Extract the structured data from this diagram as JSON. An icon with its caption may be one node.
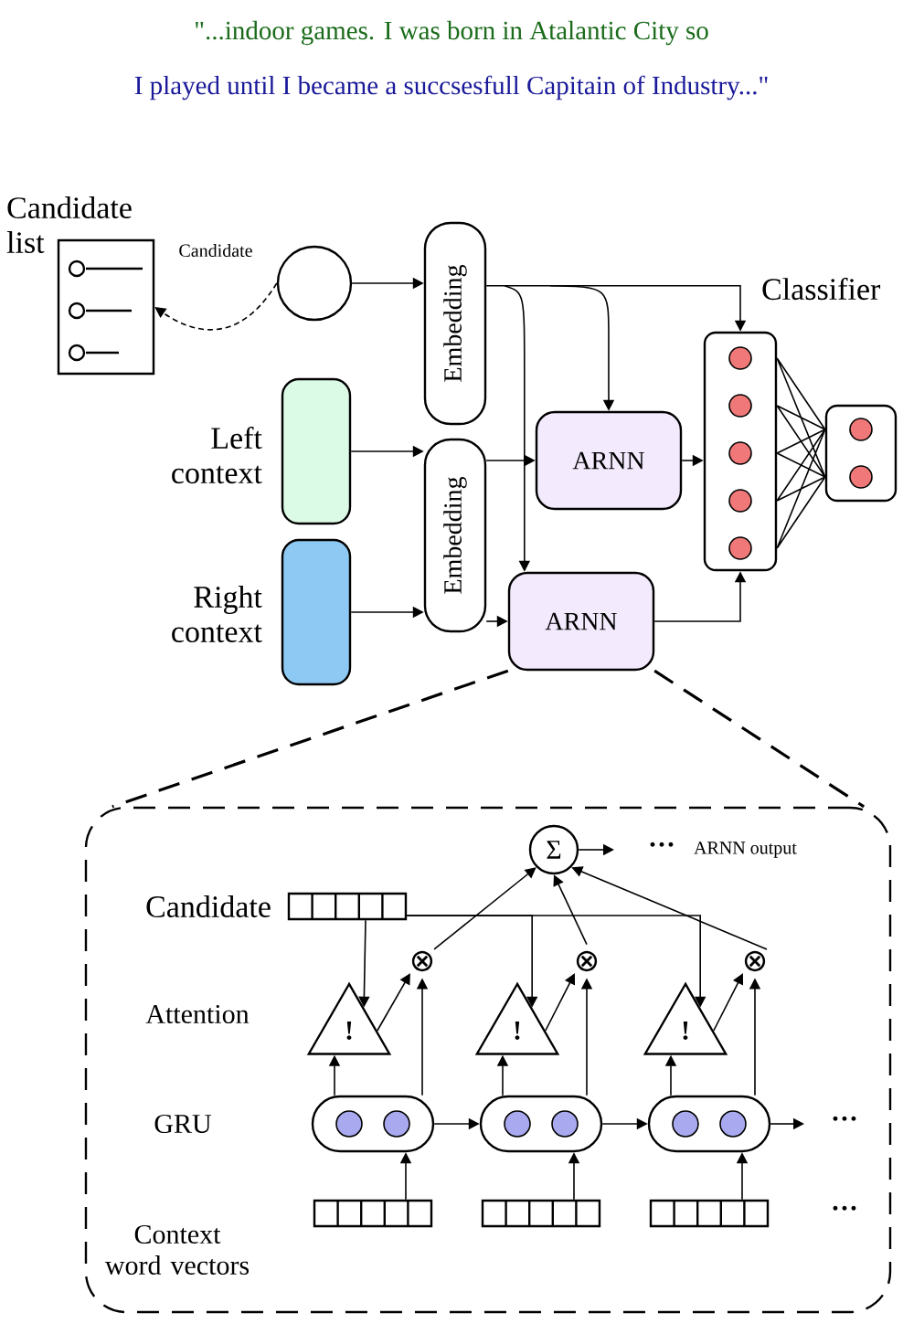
{
  "diagram": {
    "nodes": [
      {
        "text": [
          "Candidate list"
        ]
      },
      {
        "text": [],
        "shape": "circle"
      },
      {
        "text": [
          "Embedding"
        ]
      },
      {
        "text": [],
        "shape": "box",
        "beside": [
          "Left context"
        ]
      },
      {
        "text": [],
        "shape": "box",
        "beside": [
          "Right context"
        ]
      },
      {
        "text": [
          "Embedding"
        ]
      },
      {
        "text": [
          "ARNN"
        ]
      },
      {
        "text": [
          "ARNN"
        ]
      },
      {
        "text": [
          "Classifier"
        ]
      },
      {
        "text": [],
        "shape": "box"
      },
      {
        "text": [],
        "shape": "box"
      },
      {
        "text": [
          "Σ"
        ],
        "in": 10
      },
      {
        "text": [],
        "shape": "box",
        "beside": [
          "Candidate"
        ],
        "in": 10
      },
      {
        "text": [
          "⊗"
        ],
        "in": 10
      },
      {
        "text": [
          "⊗"
        ],
        "in": 10
      },
      {
        "text": [
          "⊗"
        ],
        "in": 10
      },
      {
        "text": [
          "!"
        ],
        "in": 10
      },
      {
        "text": [
          "!"
        ],
        "in": 10
      },
      {
        "text": [
          "!"
        ],
        "in": 10
      },
      {
        "text": [],
        "shape": "box",
        "in": 10
      },
      {
        "text": [],
        "shape": "box",
        "in": 10
      },
      {
        "text": [],
        "shape": "box",
        "in": 10
      },
      {
        "text": [],
        "shape": "box",
        "in": 10
      },
      {
        "text": [],
        "shape": "box",
        "in": 10
      },
      {
        "text": [],
        "shape": "box",
        "in": 10
      }
    ],
    "edges": [
      {
        "from": 1,
        "to": 0,
        "arrow": "to",
        "style": "dashed",
        "label": "Candidate"
      },
      {
        "from": 1,
        "to": 2,
        "arrow": "to"
      },
      {
        "from": 2,
        "to": 8,
        "arrow": "to"
      },
      {
        "from": 2,
        "to": 6,
        "arrow": "to"
      },
      {
        "from": 2,
        "to": 7,
        "arrow": "to"
      },
      {
        "from": 3,
        "to": 5,
        "arrow": "to"
      },
      {
        "from": 4,
        "to": 5,
        "arrow": "to"
      },
      {
        "from": 5,
        "to": 6,
        "arrow": "to"
      },
      {
        "from": 5,
        "to": 7,
        "arrow": "to"
      },
      {
        "from": 6,
        "to": 8,
        "arrow": "to"
      },
      {
        "from": 7,
        "to": 8,
        "arrow": "to"
      },
      {
        "from": 8,
        "to": 9,
        "arrow": "none"
      },
      {
        "from": 7,
        "to": 10,
        "arrow": "none",
        "style": "dashed"
      },
      {
        "from": 11,
        "to": null,
        "arrow": "to"
      },
      {
        "from": 12,
        "to": 16,
        "arrow": "to"
      },
      {
        "from": 12,
        "to": 17,
        "arrow": "to"
      },
      {
        "from": 12,
        "to": 18,
        "arrow": "to"
      },
      {
        "from": 16,
        "to": 13,
        "arrow": "to"
      },
      {
        "from": 17,
        "to": 14,
        "arrow": "to"
      },
      {
        "from": 18,
        "to": 15,
        "arrow": "to"
      },
      {
        "from": 19,
        "to": 16,
        "arrow": "to"
      },
      {
        "from": 20,
        "to": 17,
        "arrow": "to"
      },
      {
        "from": 21,
        "to": 18,
        "arrow": "to"
      },
      {
        "from": 19,
        "to": 13,
        "arrow": "to"
      },
      {
        "from": 20,
        "to": 14,
        "arrow": "to"
      },
      {
        "from": 21,
        "to": 15,
        "arrow": "to"
      },
      {
        "from": 13,
        "to": 11,
        "arrow": "to"
      },
      {
        "from": 14,
        "to": 11,
        "arrow": "to"
      },
      {
        "from": 15,
        "to": 11,
        "arrow": "to"
      },
      {
        "from": 19,
        "to": 20,
        "arrow": "to"
      },
      {
        "from": 20,
        "to": 21,
        "arrow": "to"
      },
      {
        "from": 21,
        "to": null,
        "arrow": "to"
      },
      {
        "from": 22,
        "to": 19,
        "arrow": "to"
      },
      {
        "from": 23,
        "to": 20,
        "arrow": "to"
      },
      {
        "from": 24,
        "to": 21,
        "arrow": "to"
      }
    ],
    "labels": [
      "\"...indoor games. I was born in Atalantic City so",
      "I played until I became a succsesfull Capitain of Industry...\"",
      "···",
      "ARNN output",
      "Attention",
      "GRU",
      "···",
      "Context word vectors",
      "···"
    ]
  }
}
